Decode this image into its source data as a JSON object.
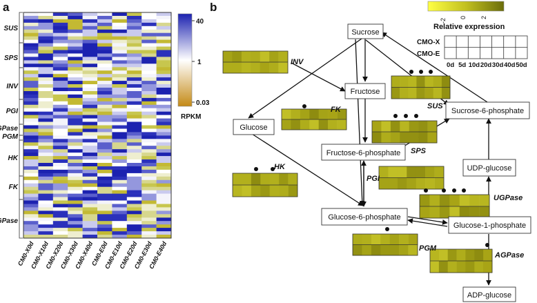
{
  "panel_a": {
    "label": "a",
    "gene_labels": [
      "SUS",
      "SPS",
      "INV",
      "PGI",
      "UGPase",
      "PGM",
      "HK",
      "FK",
      "AGPase"
    ],
    "sample_labels": [
      "CM0-X0d",
      "CM0-X10d",
      "CM0-X20d",
      "CM0-X30d",
      "CM0-X40d",
      "CM0-E0d",
      "CM0-E10d",
      "CM0-E20d",
      "CM0-E30d",
      "CM0-E40d"
    ],
    "legend": {
      "title": "RPKM",
      "ticks": [
        "40",
        "1",
        "0.03"
      ],
      "colors": {
        "high": "#1c22b0",
        "mid": "#ffffff",
        "low": "#c48a16"
      }
    }
  },
  "panel_b": {
    "label": "b",
    "legend": {
      "title": "Relative expression",
      "ticks": [
        "-2",
        "0",
        "2"
      ],
      "colors": {
        "low": "#ffff44",
        "high": "#6b6d0a"
      }
    },
    "grid": {
      "rows": [
        "CMO-X",
        "CMO-E"
      ],
      "days": [
        "0d",
        "5d",
        "10d",
        "20d",
        "30d",
        "40d",
        "50d"
      ]
    },
    "metabolites": {
      "sucrose": "Sucrose",
      "fructose": "Fructose",
      "glucose": "Glucose",
      "f6p": "Fructose-6-phosphate",
      "s6p": "Sucrose-6-phosphate",
      "udpg": "UDP-glucose",
      "g6p": "Glucose-6-phosphate",
      "g1p": "Glucose-1-phosphate",
      "adpg": "ADP-glucose"
    },
    "enzymes": {
      "inv": "INV",
      "fk": "FK",
      "sus": "SUS",
      "sps": "SPS",
      "hk": "HK",
      "pgi": "PGI",
      "ugpase": "UGPase",
      "pgm": "PGM",
      "agpase": "AGPase"
    }
  }
}
